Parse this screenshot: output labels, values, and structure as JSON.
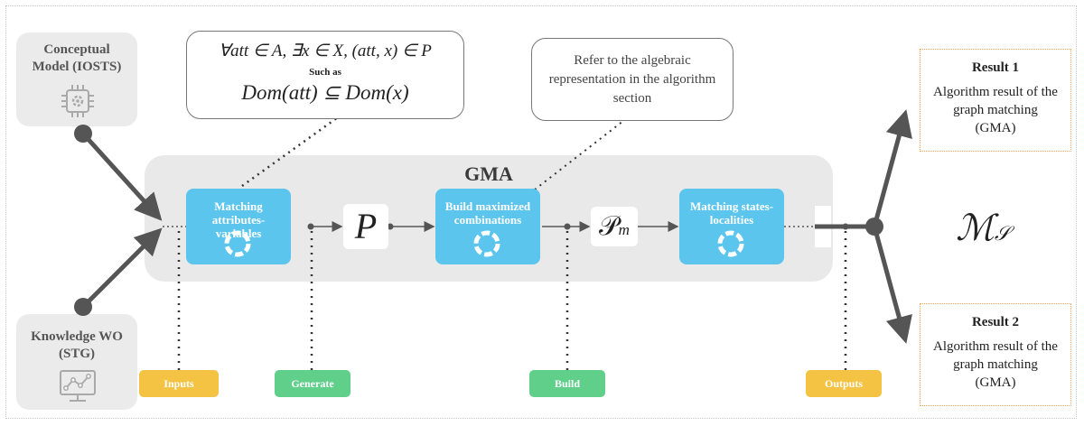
{
  "diagram": {
    "title": "GMA",
    "sources": [
      {
        "label": "Conceptual Model (IOSTS)",
        "icon": "chip-gear-icon"
      },
      {
        "label": "Knowledge WO (STG)",
        "icon": "monitor-graph-icon"
      }
    ],
    "steps": [
      {
        "label": "Matching attributes-variables"
      },
      {
        "label": "Build maximized combinations"
      },
      {
        "label": "Matching states-localities"
      }
    ],
    "symbols": {
      "p": "P",
      "pm": "𝒫",
      "pm_sub": "m",
      "ms": "ℳ",
      "ms_sub": "𝒮"
    },
    "note_formula": {
      "line1": "∀att ∈ A, ∃x ∈ X, (att, x) ∈ P",
      "such_as": "Such as",
      "line2": "Dom(att) ⊆ Dom(x)"
    },
    "note_algebra": {
      "text": "Refer to the algebraic representation in the algorithm section"
    },
    "results": [
      {
        "title": "Result 1",
        "body": "Algorithm result of the graph matching (GMA)"
      },
      {
        "title": "Result 2",
        "body": "Algorithm result of the graph matching (GMA)"
      }
    ],
    "tags": [
      {
        "label": "Inputs",
        "color": "#f5c343"
      },
      {
        "label": "Generate",
        "color": "#5fcf8a"
      },
      {
        "label": "Build",
        "color": "#5fcf8a"
      },
      {
        "label": "Outputs",
        "color": "#f5c343"
      }
    ],
    "colors": {
      "step": "#5bc5ee",
      "connector": "#555555",
      "result_border": "#f0a45a"
    }
  }
}
